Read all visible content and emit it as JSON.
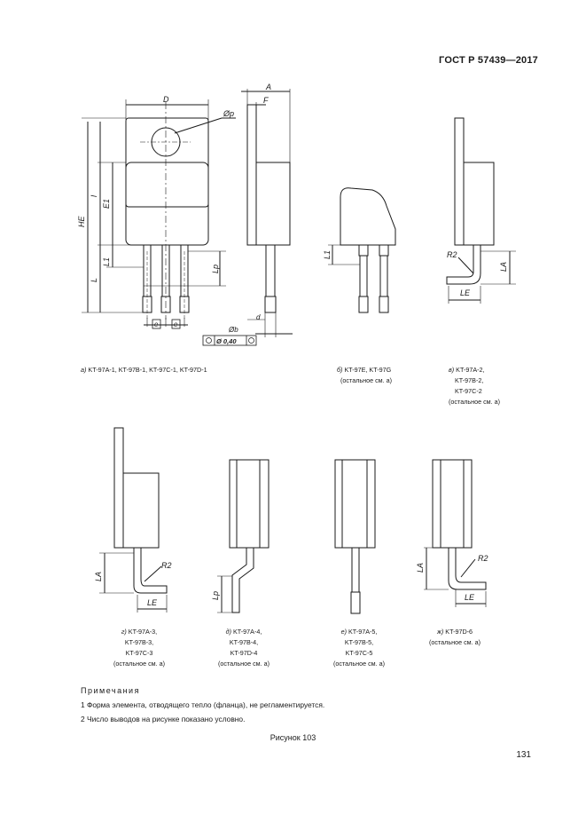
{
  "header": {
    "standard": "ГОСТ Р 57439—2017"
  },
  "drawing_labels": {
    "D": "D",
    "A": "A",
    "F": "F",
    "Dp": "Øp",
    "HE": "HE",
    "E1": "E1",
    "L1": "L1",
    "Lp": "Lp",
    "L": "L",
    "e": "e",
    "b": "Øb",
    "d": "d",
    "tol": "Ø 0,40",
    "R2": "R2",
    "LA": "LA",
    "LE": "LE",
    "R2b": "R2",
    "LAb": "LA",
    "LEb": "LE",
    "Lp2": "Lp",
    "R2c": "R2",
    "LAc": "LA",
    "LEc": "LE",
    "L1b": "L1"
  },
  "captions": {
    "a": {
      "letter": "а)",
      "text": "KT-97A-1, KT-97B-1, KT-97C-1, KT-97D-1"
    },
    "b": {
      "letter": "б)",
      "line1": "KT-97E, KT-97G",
      "line2": "(остальное см. а)"
    },
    "v": {
      "letter": "в)",
      "line1": "KT-97A-2,",
      "line2": "KT-97B-2,",
      "line3": "KT-97C-2",
      "line4": "(остальное см. а)"
    },
    "g": {
      "letter": "г)",
      "line1": "KT-97A-3,",
      "line2": "KT-97B-3,",
      "line3": "KT-97C-3",
      "line4": "(остальное см. а)"
    },
    "d": {
      "letter": "д)",
      "line1": "KT-97A-4,",
      "line2": "KT-97B-4,",
      "line3": "KT-97D-4",
      "line4": "(остальное см. а)"
    },
    "e": {
      "letter": "е)",
      "line1": "KT-97A-5,",
      "line2": "KT-97B-5,",
      "line3": "KT-97C-5",
      "line4": "(остальное см. а)"
    },
    "zh": {
      "letter": "ж)",
      "line1": "KT-97D-6",
      "line2": "(остальное см. а)"
    }
  },
  "notes": {
    "title": "Примечания",
    "items": [
      "1 Форма элемента, отводящего тепло (фланца), не регламентируется.",
      "2 Число выводов на рисунке показано условно."
    ]
  },
  "figure_caption": "Рисунок 103",
  "page_number": "131"
}
